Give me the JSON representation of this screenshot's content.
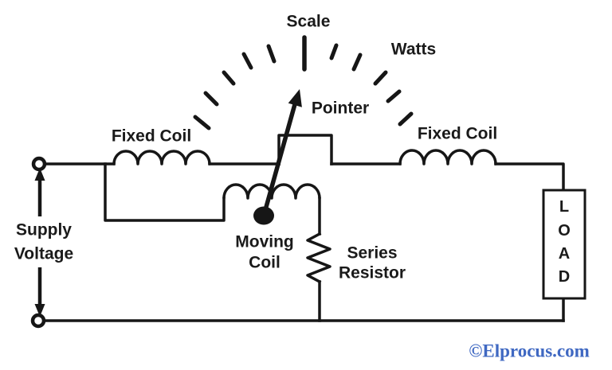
{
  "diagram": {
    "labels": {
      "scale": "Scale",
      "watts": "Watts",
      "pointer": "Pointer",
      "fixed_coil_left": "Fixed Coil",
      "fixed_coil_right": "Fixed Coil",
      "supply_voltage_line1": "Supply",
      "supply_voltage_line2": "Voltage",
      "moving_coil_line1": "Moving",
      "moving_coil_line2": "Coil",
      "series_resistor_line1": "Series",
      "series_resistor_line2": "Resistor"
    },
    "load": {
      "letters": [
        "L",
        "O",
        "A",
        "D"
      ]
    },
    "watermark": "©Elprocus.com",
    "scale_tick_count": 11,
    "colors": {
      "line": "#161616",
      "watermark": "#3f68c2",
      "background": "#ffffff"
    }
  }
}
